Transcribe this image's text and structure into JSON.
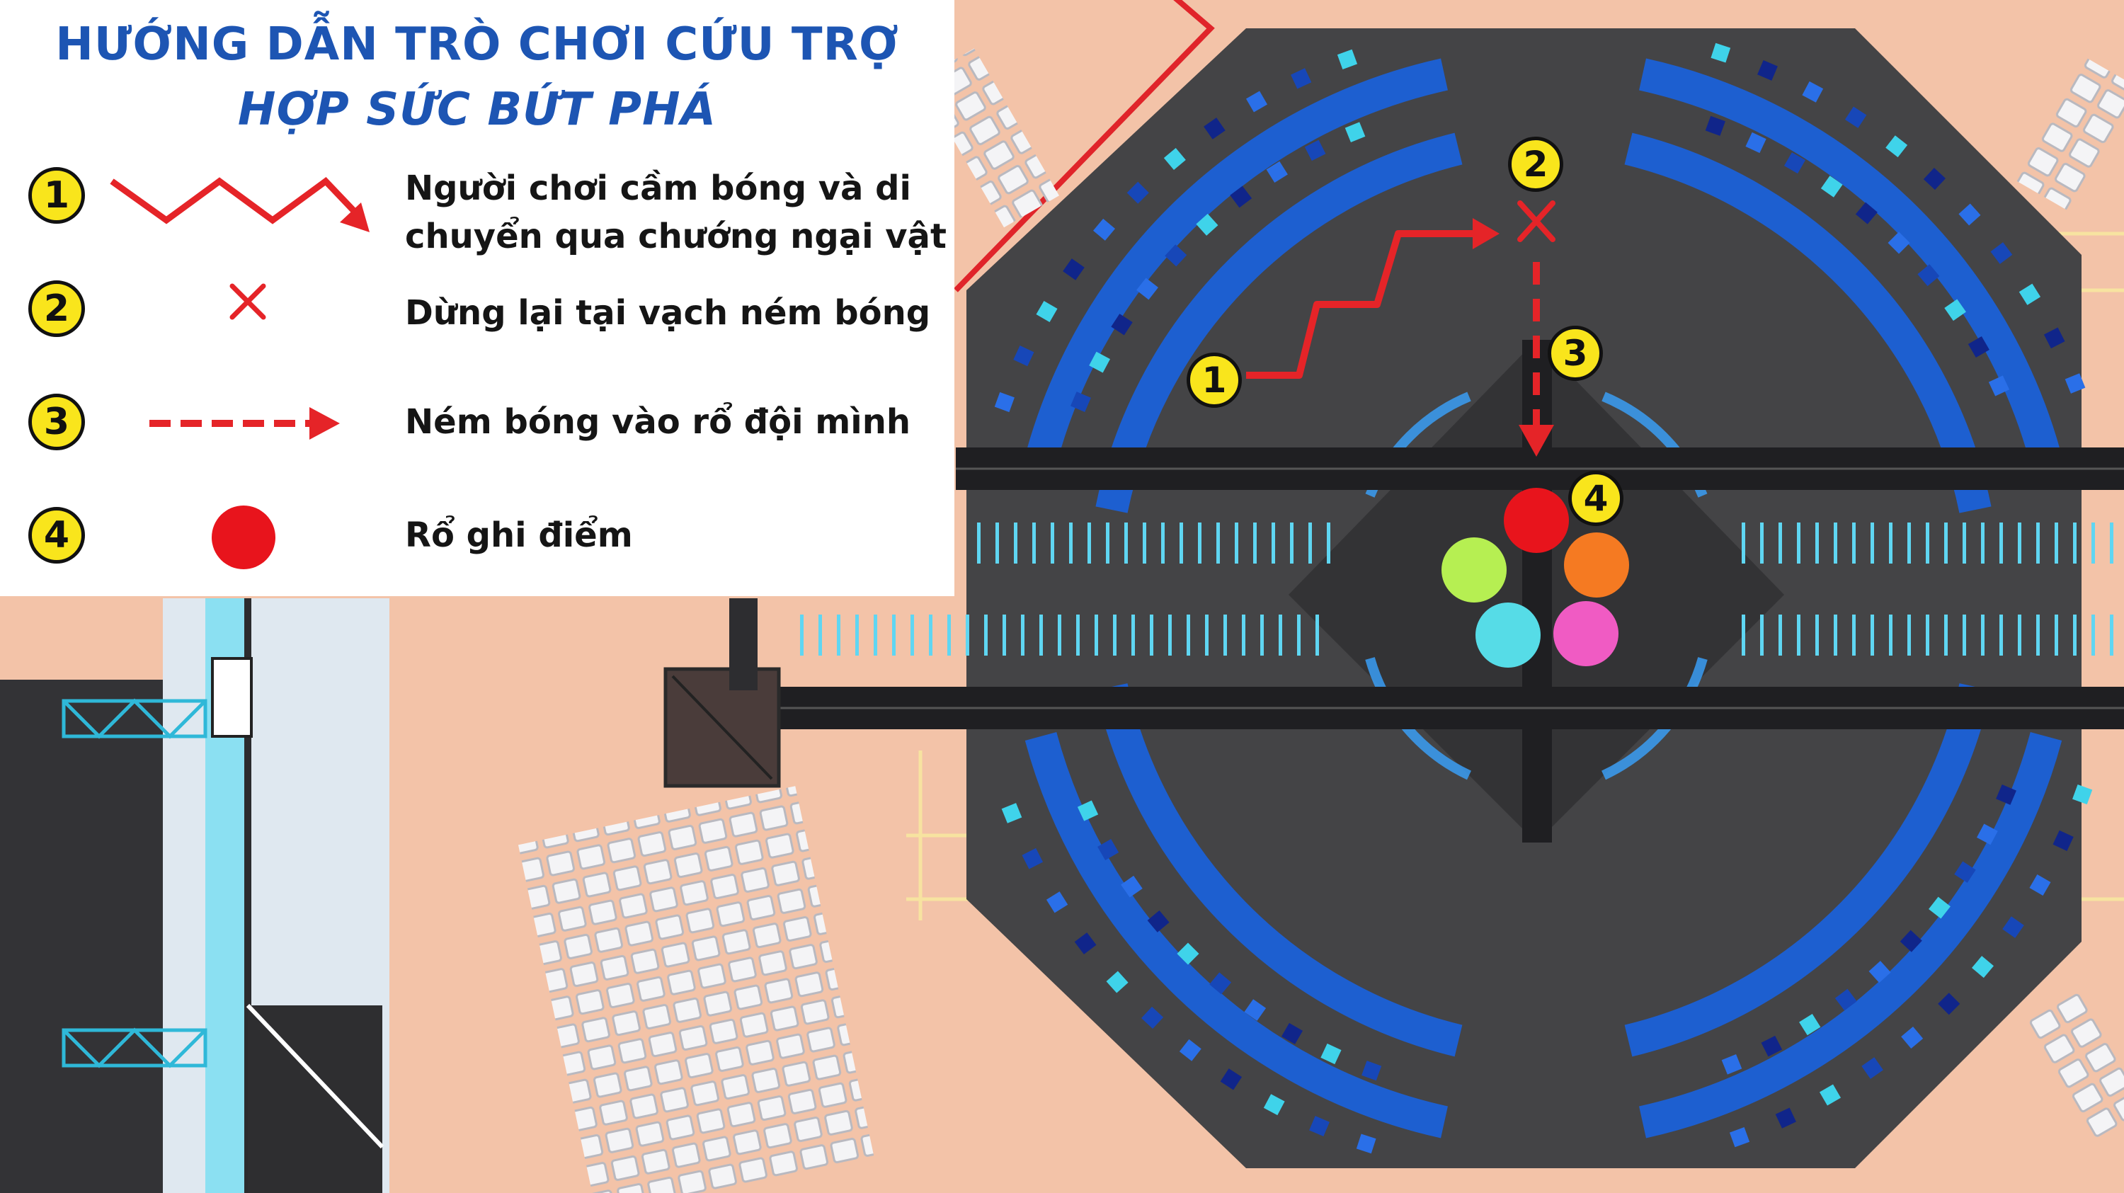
{
  "title_line1": "HƯỚNG DẪN TRÒ CHƠI CỨU TRỢ",
  "title_line2": "HỢP SỨC BỨT PHÁ",
  "legend": [
    {
      "number": "1",
      "symbol": "zigzag-arrow",
      "text_line1": "Người chơi cầm bóng và di",
      "text_line2": "chuyển qua chướng ngại vật"
    },
    {
      "number": "2",
      "symbol": "cross-mark",
      "text_line1": "Dừng lại tại vạch ném bóng"
    },
    {
      "number": "3",
      "symbol": "dashed-arrow",
      "text_line1": "Ném bóng vào rổ đội mình"
    },
    {
      "number": "4",
      "symbol": "red-circle",
      "text_line1": "Rổ ghi điểm"
    }
  ],
  "map_markers": [
    "1",
    "2",
    "3",
    "4"
  ],
  "baskets": [
    {
      "color": "#e8141c"
    },
    {
      "color": "#f57a22"
    },
    {
      "color": "#b6ef52"
    },
    {
      "color": "#56dce7"
    },
    {
      "color": "#f05bc3"
    }
  ],
  "colors": {
    "title": "#1d55b3",
    "accent_red": "#e52428",
    "badge_yellow": "#f9e51c",
    "floor": "#f3c3a8",
    "stage": "#444446",
    "seat_ring": "#1c5fcf"
  }
}
